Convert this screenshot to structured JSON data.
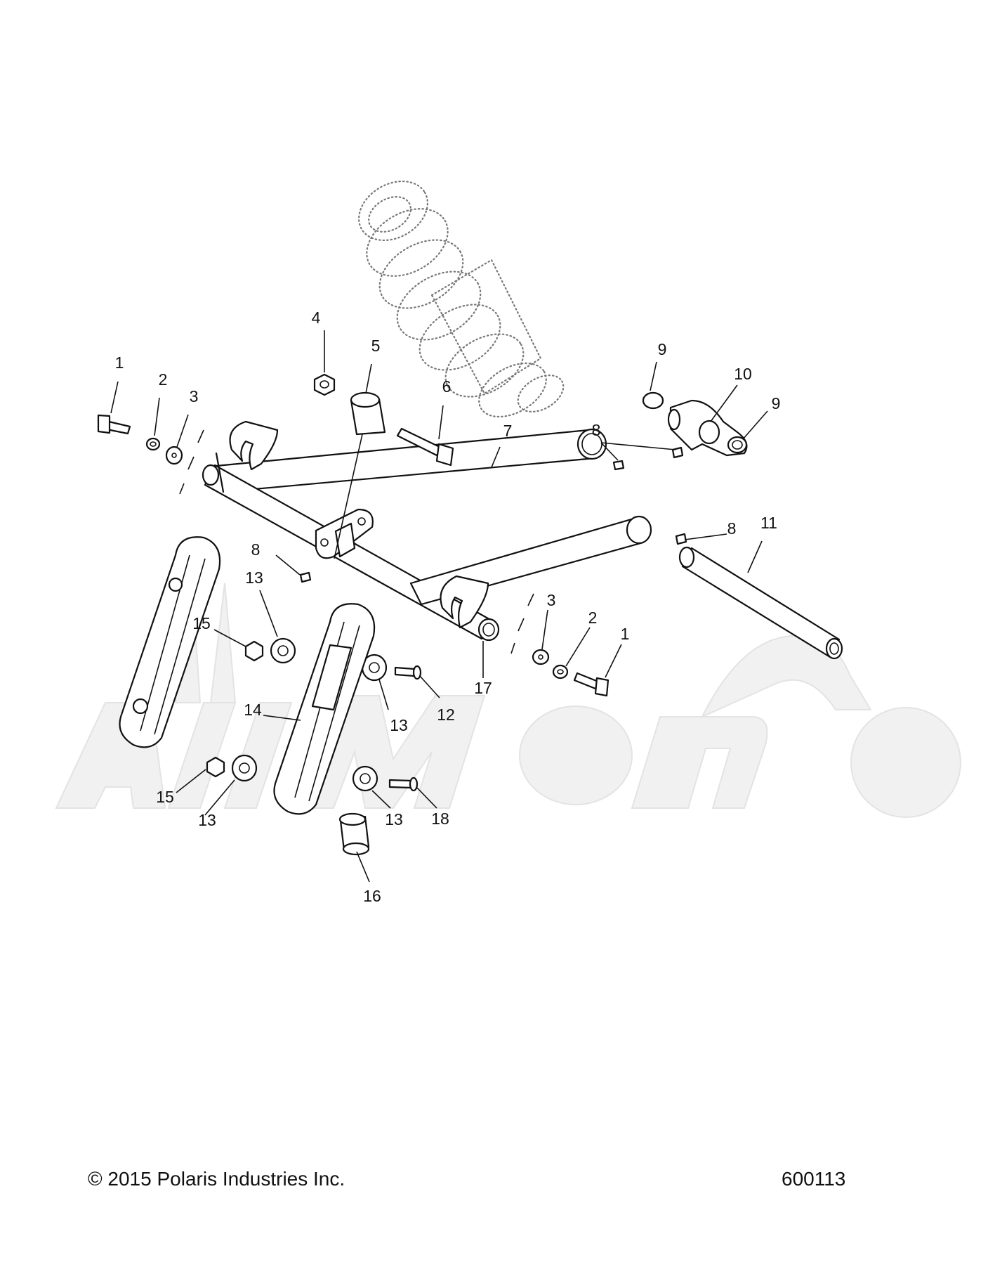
{
  "diagram": {
    "watermark_text": "AllMoto",
    "callouts": [
      {
        "id": "c1a",
        "label": "1"
      },
      {
        "id": "c2a",
        "label": "2"
      },
      {
        "id": "c3a",
        "label": "3"
      },
      {
        "id": "c4",
        "label": "4"
      },
      {
        "id": "c5",
        "label": "5"
      },
      {
        "id": "c6",
        "label": "6"
      },
      {
        "id": "c7",
        "label": "7"
      },
      {
        "id": "c8a",
        "label": "8"
      },
      {
        "id": "c8b",
        "label": "8"
      },
      {
        "id": "c8c",
        "label": "8"
      },
      {
        "id": "c9a",
        "label": "9"
      },
      {
        "id": "c10",
        "label": "10"
      },
      {
        "id": "c9b",
        "label": "9"
      },
      {
        "id": "c11",
        "label": "11"
      },
      {
        "id": "c13a",
        "label": "13"
      },
      {
        "id": "c15a",
        "label": "15"
      },
      {
        "id": "c3b",
        "label": "3"
      },
      {
        "id": "c2b",
        "label": "2"
      },
      {
        "id": "c1b",
        "label": "1"
      },
      {
        "id": "c17",
        "label": "17"
      },
      {
        "id": "c12",
        "label": "12"
      },
      {
        "id": "c13b",
        "label": "13"
      },
      {
        "id": "c14",
        "label": "14"
      },
      {
        "id": "c15b",
        "label": "15"
      },
      {
        "id": "c13c",
        "label": "13"
      },
      {
        "id": "c13d",
        "label": "13"
      },
      {
        "id": "c18",
        "label": "18"
      },
      {
        "id": "c16",
        "label": "16"
      }
    ]
  },
  "footer": {
    "copyright": "© 2015 Polaris Industries Inc.",
    "drawing_number": "600113"
  }
}
